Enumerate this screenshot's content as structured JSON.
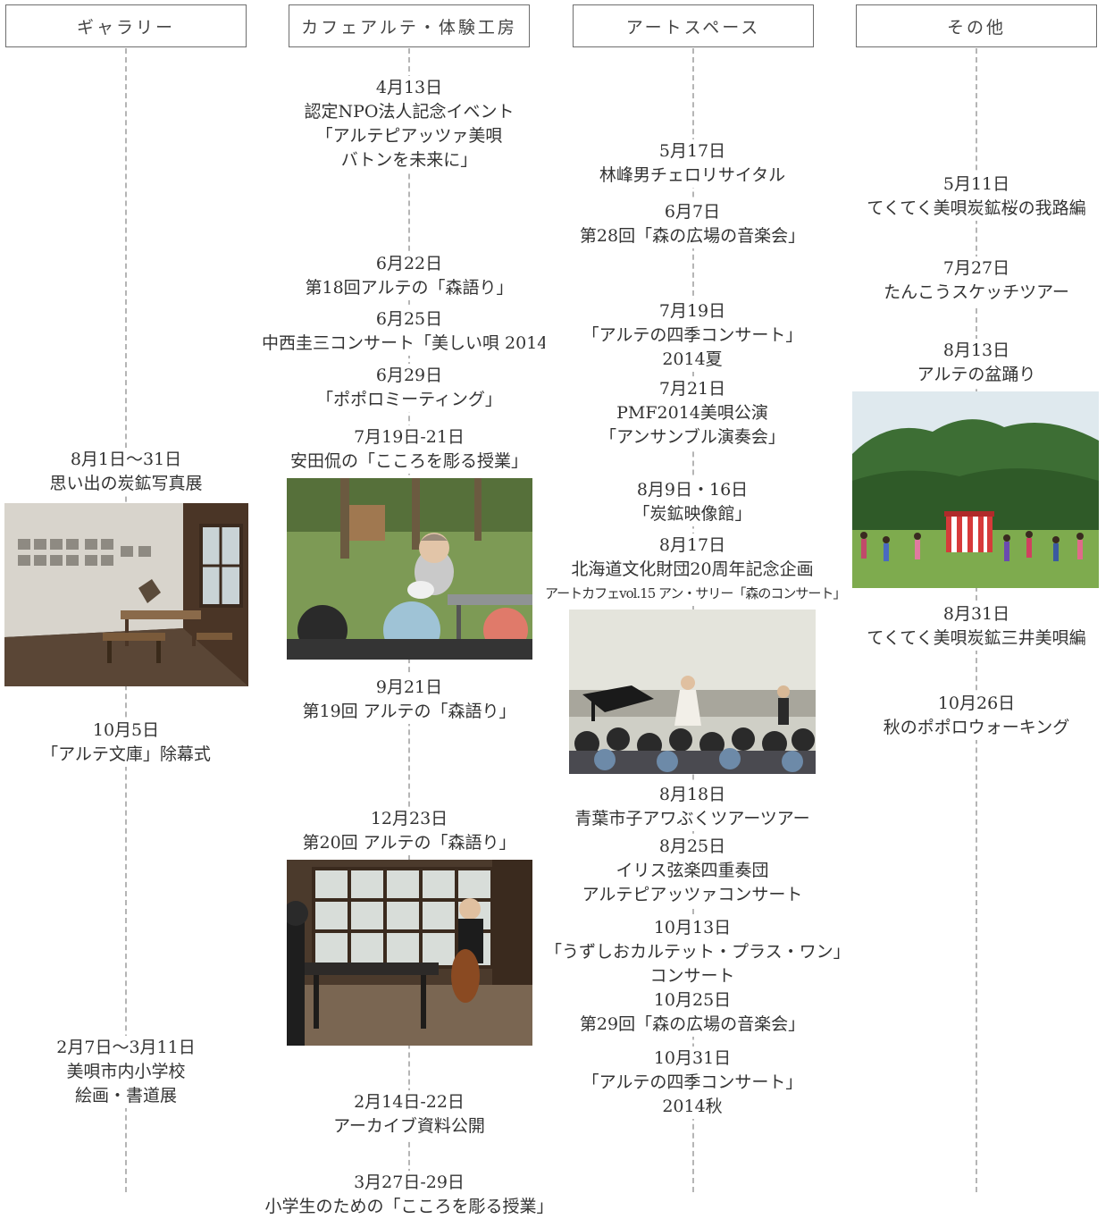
{
  "headers": {
    "gallery": "ギャラリー",
    "cafe": "カフェアルテ・体験工房",
    "artspace": "アートスペース",
    "other": "その他"
  },
  "gallery": {
    "e1": {
      "date": "8月1日〜31日",
      "title": "思い出の炭鉱写真展"
    },
    "e2": {
      "date": "10月5日",
      "title": "「アルテ文庫」除幕式"
    },
    "e3": {
      "date": "2月7日〜3月11日",
      "line1": "美唄市内小学校",
      "line2": "絵画・書道展"
    }
  },
  "cafe": {
    "e1": {
      "date": "4月13日",
      "line1": "認定NPO法人記念イベント",
      "line2": "「アルテピアッツァ美唄",
      "line3": "バトンを未来に」"
    },
    "e2": {
      "date": "6月22日",
      "title": "第18回アルテの「森語り」"
    },
    "e3": {
      "date": "6月25日",
      "title": "中西圭三コンサート「美しい唄 2014」"
    },
    "e4": {
      "date": "6月29日",
      "title": "「ポポロミーティング」"
    },
    "e5": {
      "date": "7月19日-21日",
      "title": "安田侃の「こころを彫る授業」"
    },
    "e6": {
      "date": "9月21日",
      "title": "第19回 アルテの「森語り」"
    },
    "e7": {
      "date": "12月23日",
      "title": "第20回 アルテの「森語り」"
    },
    "e8": {
      "date": "2月14日-22日",
      "title": "アーカイブ資料公開"
    },
    "e9": {
      "date": "3月27日-29日",
      "title": "小学生のための「こころを彫る授業」"
    }
  },
  "artspace": {
    "e1": {
      "date": "5月17日",
      "title": "林峰男チェロリサイタル"
    },
    "e2": {
      "date": "6月7日",
      "title": "第28回「森の広場の音楽会」"
    },
    "e3": {
      "date": "7月19日",
      "line1": "「アルテの四季コンサート」",
      "line2": "2014夏"
    },
    "e4": {
      "date": "7月21日",
      "line1": "PMF2014美唄公演",
      "line2": "「アンサンブル演奏会」"
    },
    "e5": {
      "date": "8月9日・16日",
      "title": "「炭鉱映像館」"
    },
    "e6": {
      "date": "8月17日",
      "line1": "北海道文化財団20周年記念企画",
      "line2": "アートカフェvol.15 アン・サリー「森のコンサート」"
    },
    "e7": {
      "date": "8月18日",
      "title": "青葉市子アワぶくツアーツアー"
    },
    "e8": {
      "date": "8月25日",
      "line1": "イリス弦楽四重奏団",
      "line2": "アルテピアッツァコンサート"
    },
    "e9": {
      "date": "10月13日",
      "line1": "「うずしおカルテット・プラス・ワン」",
      "line2": "コンサート"
    },
    "e10": {
      "date": "10月25日",
      "title": "第29回「森の広場の音楽会」"
    },
    "e11": {
      "date": "10月31日",
      "line1": "「アルテの四季コンサート」",
      "line2": "2014秋"
    }
  },
  "other": {
    "e1": {
      "date": "5月11日",
      "title": "てくてく美唄炭鉱桜の我路編"
    },
    "e2": {
      "date": "7月27日",
      "title": "たんこうスケッチツアー"
    },
    "e3": {
      "date": "8月13日",
      "title": "アルテの盆踊り"
    },
    "e4": {
      "date": "8月31日",
      "title": "てくてく美唄炭鉱三井美唄編"
    },
    "e5": {
      "date": "10月26日",
      "title": "秋のポポロウォーキング"
    }
  },
  "photos": {
    "gallery_room": "gallery-room-photo",
    "sculpture_class": "sculpture-class-photo",
    "cello_performance": "cello-performance-photo",
    "concert_hall": "concert-hall-photo",
    "bon_dance": "bon-dance-photo"
  }
}
